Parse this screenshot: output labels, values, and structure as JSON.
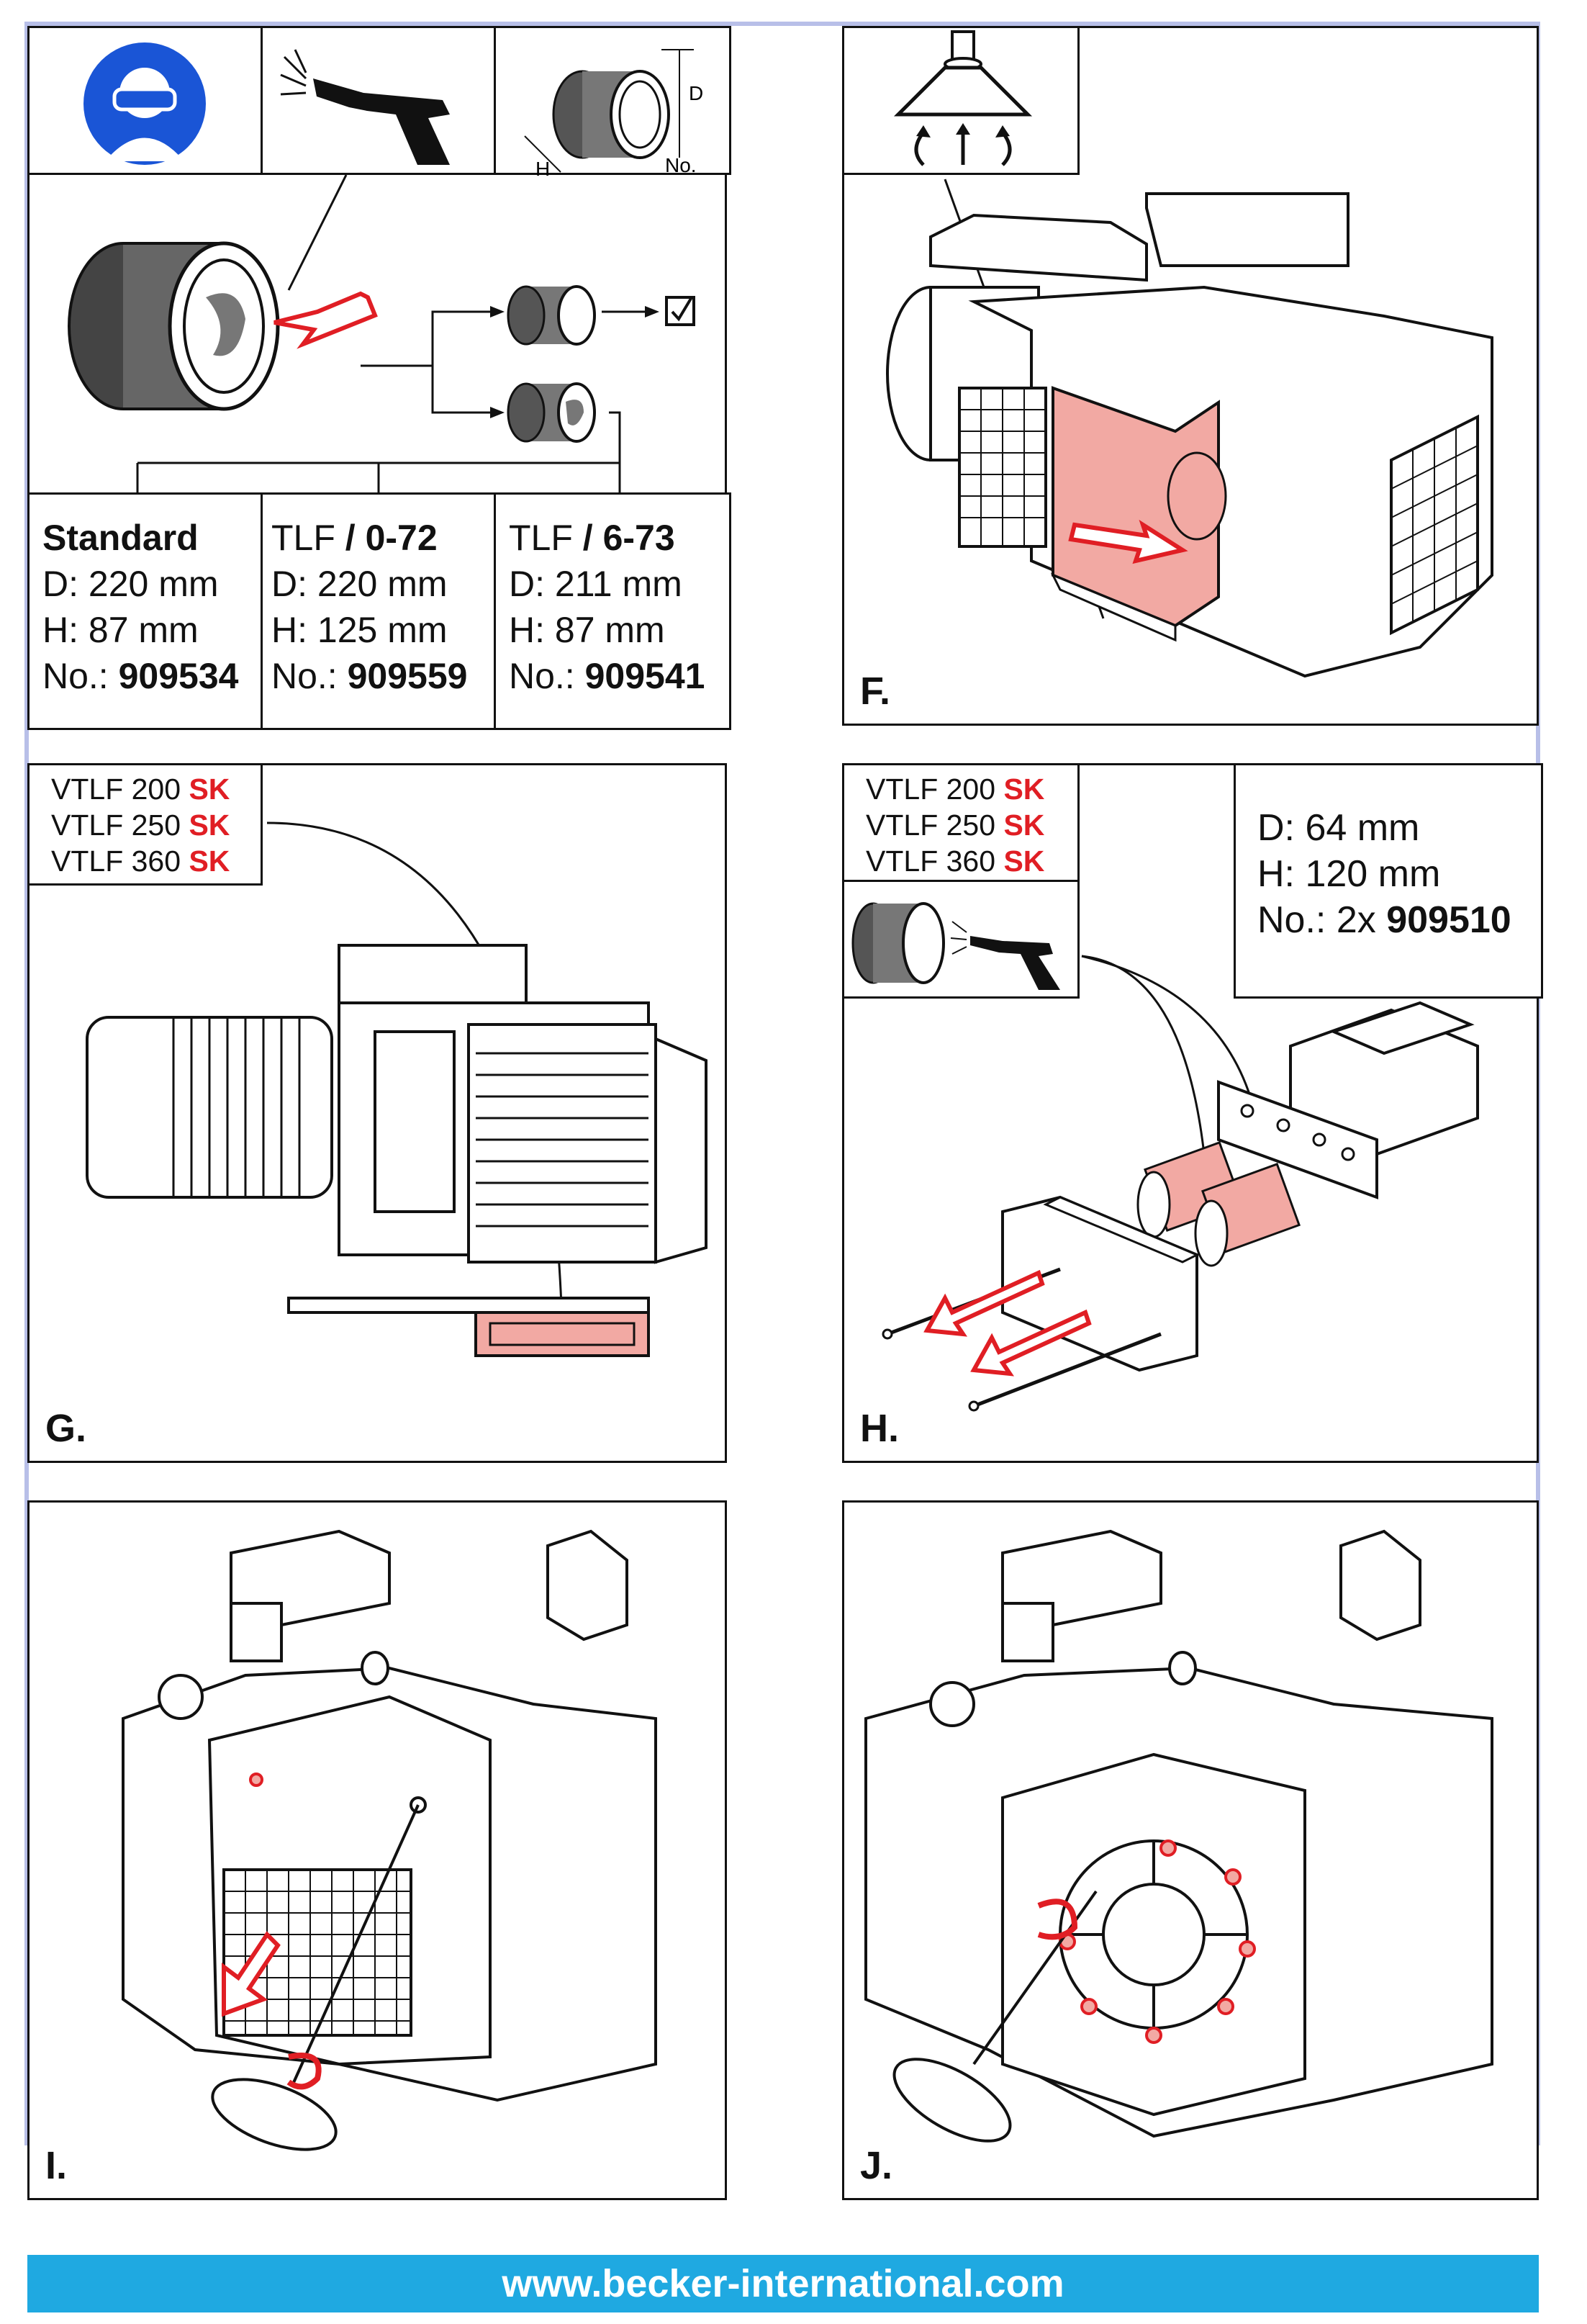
{
  "panel_top_left": {
    "filter_options": [
      {
        "name": "Standard",
        "name_suffix": "",
        "d": "D: 220 mm",
        "h": "H: 87 mm",
        "no_prefix": "No.: ",
        "no": "909534"
      },
      {
        "name": "TLF",
        "name_suffix": " / 0-72",
        "d": "D: 220 mm",
        "h": "H: 125 mm",
        "no_prefix": "No.: ",
        "no": "909559"
      },
      {
        "name": "TLF",
        "name_suffix": " / 6-73",
        "d": "D: 211 mm",
        "h": "H: 87 mm",
        "no_prefix": "No.: ",
        "no": "909541"
      }
    ],
    "dimension_labels": {
      "d": "D",
      "h": "H",
      "no": "No."
    },
    "icons": [
      "safety-goggles-icon",
      "air-gun-icon",
      "filter-cartridge-icon",
      "checkbox-icon"
    ]
  },
  "panel_f": {
    "label": "F.",
    "icons": [
      "exhaust-hood-icon"
    ]
  },
  "panel_g": {
    "label": "G.",
    "models": [
      {
        "base": "VTLF 200 ",
        "suffix": "SK"
      },
      {
        "base": "VTLF 250 ",
        "suffix": "SK"
      },
      {
        "base": "VTLF 360 ",
        "suffix": "SK"
      }
    ]
  },
  "panel_h": {
    "label": "H.",
    "models": [
      {
        "base": "VTLF 200 ",
        "suffix": "SK"
      },
      {
        "base": "VTLF 250 ",
        "suffix": "SK"
      },
      {
        "base": "VTLF 360 ",
        "suffix": "SK"
      }
    ],
    "spec": {
      "d": "D: 64 mm",
      "h": "H: 120 mm",
      "no_prefix": "No.: 2x ",
      "no": "909510"
    }
  },
  "panel_i": {
    "label": "I."
  },
  "panel_j": {
    "label": "J."
  },
  "footer": {
    "url": "www.becker-international.com"
  },
  "colors": {
    "accent_red": "#e01e24",
    "highlight_pink": "#f2a9a3",
    "footer_blue": "#1fa9e1",
    "frame_blue": "#b8bfe8"
  }
}
